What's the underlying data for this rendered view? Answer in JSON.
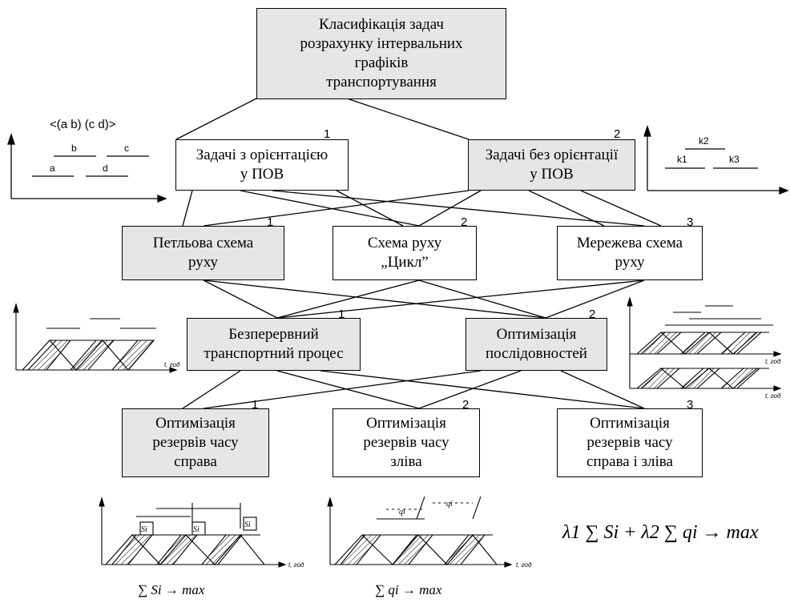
{
  "root": {
    "label": "Класифікація задач\nрозрахунку інтервальних\nграфіків\nтранспортування"
  },
  "level1": [
    {
      "num": "1",
      "label": "Задачі з орієнтацією\nу ПОВ",
      "shaded": false
    },
    {
      "num": "2",
      "label": "Задачі без орієнтації\nу ПОВ",
      "shaded": true
    }
  ],
  "level2": [
    {
      "num": "1",
      "label": "Петльова схема\nруху",
      "shaded": true
    },
    {
      "num": "2",
      "label": "Схема руху\n„Цикл”",
      "shaded": false
    },
    {
      "num": "3",
      "label": "Мережева схема\nруху",
      "shaded": false
    }
  ],
  "level3": [
    {
      "num": "1",
      "label": "Безперервний\nтранспортний процес",
      "shaded": true
    },
    {
      "num": "2",
      "label": "Оптимізація\nпослідовностей",
      "shaded": true
    }
  ],
  "level4": [
    {
      "num": "1",
      "label": "Оптимізація\nрезервів часу\nсправа",
      "shaded": true
    },
    {
      "num": "2",
      "label": "Оптимізація\nрезервів часу\nзліва",
      "shaded": false
    },
    {
      "num": "3",
      "label": "Оптимізація\nрезервів часу\nсправа і зліва",
      "shaded": false
    }
  ],
  "illustrations": {
    "interval_expr": "<(a b) (c d)>",
    "interval_labels": [
      "a",
      "b",
      "c",
      "d"
    ],
    "k_labels": [
      "k2",
      "k1",
      "k3"
    ],
    "time_axis_label": "t, год",
    "s_label": "Si",
    "q_label": "qi",
    "formula_left": "∑ Si → max",
    "formula_middle": "∑ qi → max",
    "formula_right": "λ1 ∑ Si + λ2 ∑ qi → max"
  }
}
